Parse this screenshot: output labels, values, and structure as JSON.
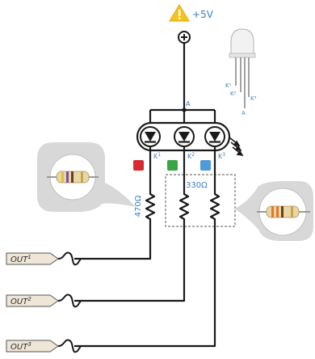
{
  "supply": {
    "label": "+5V"
  },
  "led_anode_label": "A",
  "cathodes": [
    {
      "label": "K",
      "sup": "1",
      "color": "#d62b30"
    },
    {
      "label": "K",
      "sup": "2",
      "color": "#3aa545"
    },
    {
      "label": "K",
      "sup": "3",
      "color": "#4f9ad8"
    }
  ],
  "resistors": {
    "red": {
      "value": "470Ω"
    },
    "green_blue": {
      "value": "330Ω"
    }
  },
  "outputs": [
    {
      "label": "OUT",
      "sup": "1"
    },
    {
      "label": "OUT",
      "sup": "2"
    },
    {
      "label": "OUT",
      "sup": "3"
    }
  ],
  "led_pinout": {
    "k1": "K¹",
    "k2": "K²",
    "k3": "K³",
    "a": "A"
  },
  "colors": {
    "wire": "#1a1a1a",
    "warning": "#f6c21c",
    "callout": "#d8d8d8",
    "label_blue": "#3a7fc2"
  }
}
